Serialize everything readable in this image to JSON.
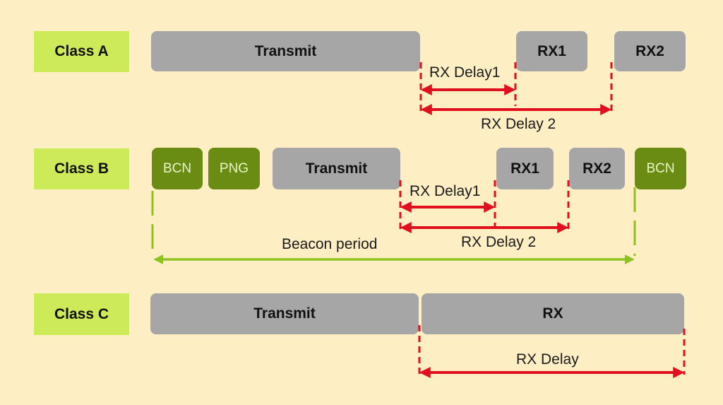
{
  "colors": {
    "background": "#fdeec3",
    "class_label": "#cdeb58",
    "window_gray": "#a6a6a6",
    "beacon_green": "#6a8c12",
    "delay_red": "#e0101e",
    "beacon_line": "#8dc21f"
  },
  "classA": {
    "label": "Class A",
    "transmit": "Transmit",
    "rx1": "RX1",
    "rx2": "RX2",
    "delay1": "RX Delay1",
    "delay2": "RX Delay 2"
  },
  "classB": {
    "label": "Class B",
    "bcn": "BCN",
    "png": "PNG",
    "transmit": "Transmit",
    "rx1": "RX1",
    "rx2": "RX2",
    "bcn_end": "BCN",
    "delay1": "RX Delay1",
    "delay2": "RX Delay 2",
    "beacon_period": "Beacon period"
  },
  "classC": {
    "label": "Class C",
    "transmit": "Transmit",
    "rx": "RX",
    "delay": "RX Delay"
  }
}
